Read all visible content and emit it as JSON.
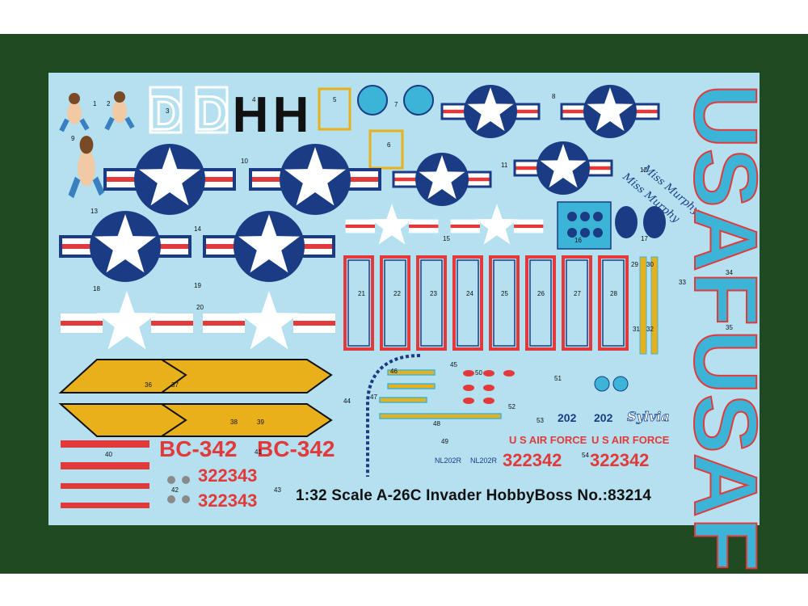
{
  "sheet": {
    "footer_text": "1:32 Scale A-26C Invader  HobbyBoss No.:83214",
    "background_color": "#1f4a22",
    "sheet_color": "#b4e0f0",
    "roundel_blue": "#1a3c84",
    "stripe_red": "#e23a3a",
    "accent_yellow": "#e8b01a",
    "cyan_label": "#3cb4d8"
  },
  "markings": {
    "big_letter_d": "D",
    "big_letter_h": "H",
    "usaf_text": "USAF",
    "buzz_number": "BC-342",
    "tail_number_blue": "322343",
    "tail_number_red": "322342",
    "us_air_force": "U S AIR FORCE",
    "serial_small": "NL202R",
    "code_202": "202",
    "nose_art_name": "Sylvia",
    "script_name": "Miss Murphy"
  },
  "decal_numbers": [
    "1",
    "2",
    "3",
    "4",
    "5",
    "6",
    "7",
    "8",
    "9",
    "10",
    "11",
    "12",
    "13",
    "14",
    "15",
    "16",
    "17",
    "18",
    "19",
    "20",
    "21",
    "22",
    "23",
    "24",
    "25",
    "26",
    "27",
    "28",
    "29",
    "30",
    "31",
    "32",
    "33",
    "34",
    "35",
    "36",
    "37",
    "38",
    "39",
    "40",
    "41",
    "42",
    "43",
    "44",
    "45",
    "46",
    "47",
    "48",
    "49",
    "50",
    "51",
    "52",
    "53",
    "54"
  ]
}
